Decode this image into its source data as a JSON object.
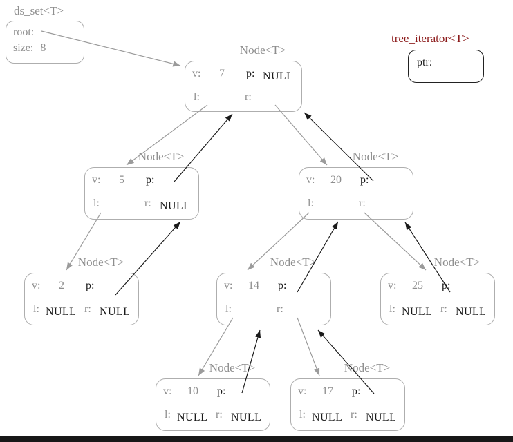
{
  "ds_set": {
    "title": "ds_set<T>",
    "root_label": "root:",
    "size_label": "size:",
    "size_value": "8"
  },
  "iterator": {
    "title": "tree_iterator<T>",
    "ptr_label": "ptr:"
  },
  "node_title": "Node<T>",
  "labels": {
    "v": "v:",
    "p": "p:",
    "l": "l:",
    "r": "r:"
  },
  "nodes": [
    {
      "name": "node-7",
      "v": "7",
      "p": "NULL",
      "l": "",
      "r": ""
    },
    {
      "name": "node-5",
      "v": "5",
      "p": "",
      "l": "",
      "r": "NULL"
    },
    {
      "name": "node-20",
      "v": "20",
      "p": "",
      "l": "",
      "r": ""
    },
    {
      "name": "node-2",
      "v": "2",
      "p": "",
      "l": "NULL",
      "r": "NULL"
    },
    {
      "name": "node-14",
      "v": "14",
      "p": "",
      "l": "",
      "r": ""
    },
    {
      "name": "node-25",
      "v": "25",
      "p": "",
      "l": "NULL",
      "r": "NULL"
    },
    {
      "name": "node-10",
      "v": "10",
      "p": "",
      "l": "NULL",
      "r": "NULL"
    },
    {
      "name": "node-17",
      "v": "17",
      "p": "",
      "l": "NULL",
      "r": "NULL"
    }
  ],
  "tree": {
    "root_value": 7,
    "size": 8,
    "edges": [
      {
        "from": "ds_set.root",
        "to": "node-7",
        "style": "gray"
      },
      {
        "from": "node-7.l",
        "to": "node-5",
        "style": "gray"
      },
      {
        "from": "node-7.r",
        "to": "node-20",
        "style": "gray"
      },
      {
        "from": "node-5.p",
        "to": "node-7",
        "style": "black"
      },
      {
        "from": "node-20.p",
        "to": "node-7",
        "style": "black"
      },
      {
        "from": "node-5.l",
        "to": "node-2",
        "style": "gray"
      },
      {
        "from": "node-2.p",
        "to": "node-5",
        "style": "black"
      },
      {
        "from": "node-20.l",
        "to": "node-14",
        "style": "gray"
      },
      {
        "from": "node-14.p",
        "to": "node-20",
        "style": "black"
      },
      {
        "from": "node-20.r",
        "to": "node-25",
        "style": "gray"
      },
      {
        "from": "node-25.p",
        "to": "node-20",
        "style": "black"
      },
      {
        "from": "node-14.l",
        "to": "node-10",
        "style": "gray"
      },
      {
        "from": "node-10.p",
        "to": "node-14",
        "style": "black"
      },
      {
        "from": "node-14.r",
        "to": "node-17",
        "style": "gray"
      },
      {
        "from": "node-17.p",
        "to": "node-14",
        "style": "black"
      }
    ]
  },
  "colors": {
    "struct_gray": "#8e8e8e",
    "text_black": "#1a1a1a",
    "iterator_title": "#8b1a1a",
    "border_gray": "#aeaeae",
    "border_black": "#222222",
    "arrow_gray": "#9b9b9b",
    "arrow_black": "#1a1a1a",
    "bottom_bar": "#181818"
  }
}
